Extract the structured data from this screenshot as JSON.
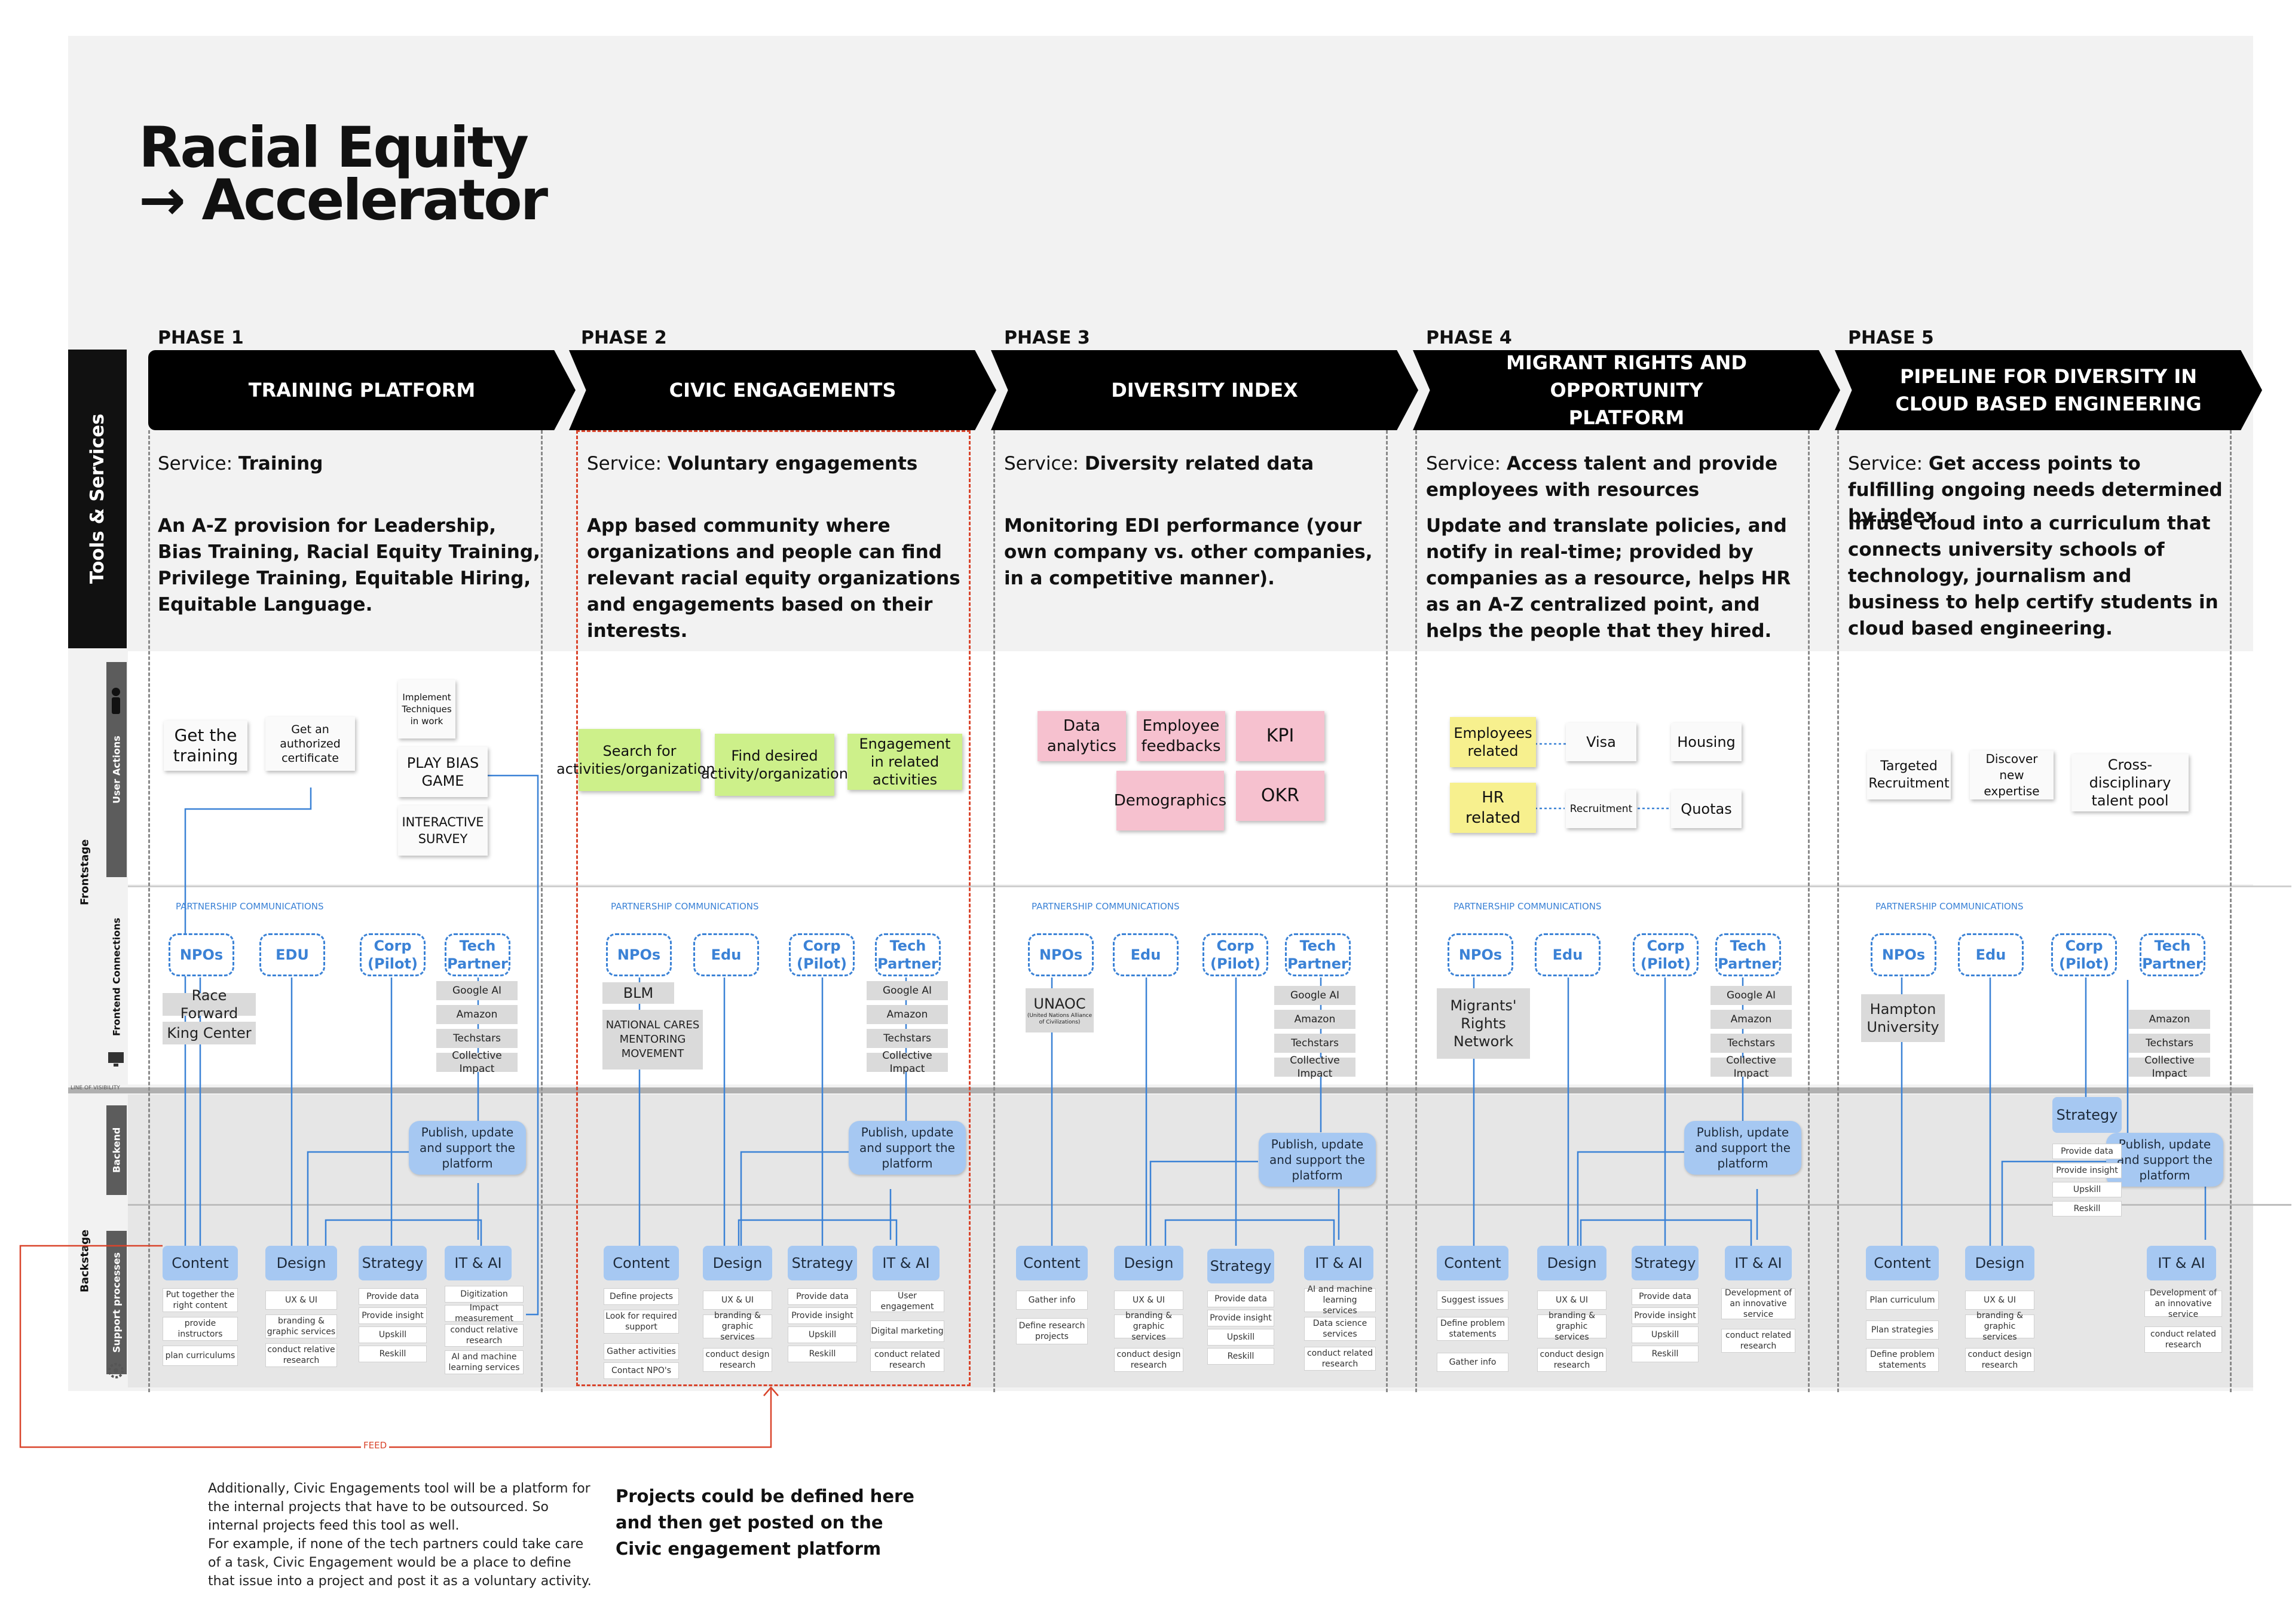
{
  "title": {
    "line1": "Racial Equity",
    "line2": "→ Accelerator"
  },
  "side_labels": {
    "tools": "Tools & Services",
    "user_actions": "User Actions",
    "frontstage": "Frontstage",
    "frontend_connections": "Frontend Connections",
    "backend": "Backend",
    "backstage": "Backstage",
    "support": "Support processes",
    "line_of_visibility": "LINE OF VISIBILITY"
  },
  "phases": [
    {
      "label": "PHASE 1",
      "name": "TRAINING PLATFORM",
      "service_prefix": "Service: ",
      "service": "Training",
      "desc": "An A-Z provision for Leadership, Bias Training, Racial Equity Training, Privilege Training, Equitable Hiring, Equitable Language.",
      "partnership": "PARTNERSHIP COMMUNICATIONS"
    },
    {
      "label": "PHASE 2",
      "name": "CIVIC ENGAGEMENTS",
      "service_prefix": "Service: ",
      "service": "Voluntary engagements",
      "desc": "App based community where organizations and people can find relevant racial equity organizations and engagements based on their interests.",
      "partnership": "PARTNERSHIP COMMUNICATIONS"
    },
    {
      "label": "PHASE 3",
      "name": "DIVERSITY INDEX",
      "service_prefix": "Service: ",
      "service": "Diversity related data",
      "desc": "Monitoring EDI performance (your own company vs. other companies, in a competitive manner).",
      "partnership": "PARTNERSHIP COMMUNICATIONS"
    },
    {
      "label": "PHASE 4",
      "name": "MIGRANT RIGHTS AND OPPORTUNITY PLATFORM",
      "service_prefix": "Service: ",
      "service": "Access talent and provide employees with resources",
      "desc": "Update and translate policies, and notify in real-time; provided by companies as a resource, helps HR as an A-Z centralized point, and helps the people that they hired.",
      "partnership": "PARTNERSHIP COMMUNICATIONS"
    },
    {
      "label": "PHASE 5",
      "name": "PIPELINE FOR DIVERSITY IN CLOUD BASED ENGINEERING",
      "service_prefix": "Service: ",
      "service": "Get access points to fulfilling ongoing needs determined by index",
      "desc": "Infuse cloud into a curriculum that connects university schools of technology, journalism and business to help certify students in cloud based engineering.",
      "partnership": "PARTNERSHIP COMMUNICATIONS"
    }
  ],
  "user_actions": {
    "p1": {
      "get_training": "Get the training",
      "certificate": "Get an authorized certificate",
      "implement": "Implement Techniques in work",
      "play_bias": "PLAY BIAS GAME",
      "survey": "INTERACTIVE SURVEY"
    },
    "p2": {
      "search": "Search for activities/organizations",
      "find": "Find desired activity/organization",
      "engage": "Engagement in related activities"
    },
    "p3": {
      "data_analytics": "Data analytics",
      "employee_feedbacks": "Employee feedbacks",
      "kpi": "KPI",
      "demographics": "Demographics",
      "okr": "OKR"
    },
    "p4": {
      "employees_related": "Employees related",
      "visa": "Visa",
      "housing": "Housing",
      "hr_related": "HR related",
      "recruitment": "Recruitment",
      "quotas": "Quotas"
    },
    "p5": {
      "targeted": "Targeted Recruitment",
      "discover": "Discover new expertise",
      "talent_pool": "Cross-disciplinary talent pool"
    }
  },
  "connections": {
    "npos": "NPOs",
    "edu1": "EDU",
    "edu": "Edu",
    "corp": "Corp (Pilot)",
    "tech": "Tech Partner",
    "p1_npos": [
      "Race Forward",
      "King Center"
    ],
    "p2_npos": [
      "BLM",
      "NATIONAL CARES MENTORING MOVEMENT"
    ],
    "p3_npos": [
      "UNAOC",
      "(United Nations Alliance of Civilizations)"
    ],
    "p4_npos": [
      "Migrants' Rights Network"
    ],
    "p5_edu": [
      "Hampton University"
    ],
    "tech_partners": [
      "Google AI",
      "Amazon",
      "Techstars",
      "Collective Impact"
    ],
    "tech_partners_p5": [
      "Amazon",
      "Techstars",
      "Collective Impact"
    ]
  },
  "backend": {
    "publish": "Publish, update and support the platform",
    "strategy": "Strategy"
  },
  "backstage": {
    "content": "Content",
    "design": "Design",
    "strategy": "Strategy",
    "it_ai": "IT & AI"
  },
  "support": {
    "p1": {
      "content": [
        "Put together the right content",
        "provide instructors",
        "plan curriculums"
      ],
      "design": [
        "UX & UI",
        "branding & graphic services",
        "conduct relative research"
      ],
      "strategy": [
        "Provide data",
        "Provide insight",
        "Upskill",
        "Reskill"
      ],
      "it": [
        "Digitization",
        "Impact measurement",
        "conduct relative research",
        "AI and machine learning services"
      ]
    },
    "p2": {
      "content": [
        "Define projects",
        "Look for required support",
        "Gather activities",
        "Contact NPO's"
      ],
      "design": [
        "UX & UI",
        "branding & graphic services",
        "conduct design research"
      ],
      "strategy": [
        "Provide data",
        "Provide insight",
        "Upskill",
        "Reskill"
      ],
      "it": [
        "User engagement",
        "Digital marketing",
        "conduct related research"
      ]
    },
    "p3": {
      "content": [
        "Gather info",
        "Define research projects"
      ],
      "design": [
        "UX & UI",
        "branding & graphic services",
        "conduct design research"
      ],
      "strategy": [
        "Provide data",
        "Provide insight",
        "Upskill",
        "Reskill"
      ],
      "it": [
        "AI and machine learning services",
        "Data science services",
        "conduct related research"
      ]
    },
    "p4": {
      "content": [
        "Suggest issues",
        "Define problem statements",
        "Gather info"
      ],
      "design": [
        "UX & UI",
        "branding & graphic services",
        "conduct design research"
      ],
      "strategy": [
        "Provide data",
        "Provide insight",
        "Upskill",
        "Reskill"
      ],
      "it": [
        "Development of an innovative service",
        "conduct related research"
      ]
    },
    "p5": {
      "content": [
        "Plan curriculum",
        "Plan strategies",
        "Define problem statements"
      ],
      "design": [
        "UX & UI",
        "branding & graphic services",
        "conduct design research"
      ],
      "strategy": [
        "Provide data",
        "Provide insight",
        "Upskill",
        "Reskill"
      ],
      "it": [
        "Development of an innovative service",
        "conduct related research"
      ]
    }
  },
  "feed_label": "FEED",
  "notes": {
    "left": [
      "Additionally, Civic Engagements tool will be a platform for",
      "the internal projects that have to be outsourced. So",
      "internal projects feed this tool as well.",
      "For example, if none of the tech partners could take care",
      "of a task, Civic Engagement would be a place to define",
      "that issue into a project and post it as a voluntary activity."
    ],
    "right": [
      "Projects could be defined here",
      "and then get posted on the",
      "Civic engagement platform"
    ]
  },
  "colors": {
    "accent_blue": "#3b82d6",
    "blue_box": "#a6c8f2",
    "red_dashed": "#d9442b",
    "green_sticky": "#cdf08a",
    "pink_sticky": "#f6c1cf",
    "yellow_sticky": "#f7f08e"
  }
}
